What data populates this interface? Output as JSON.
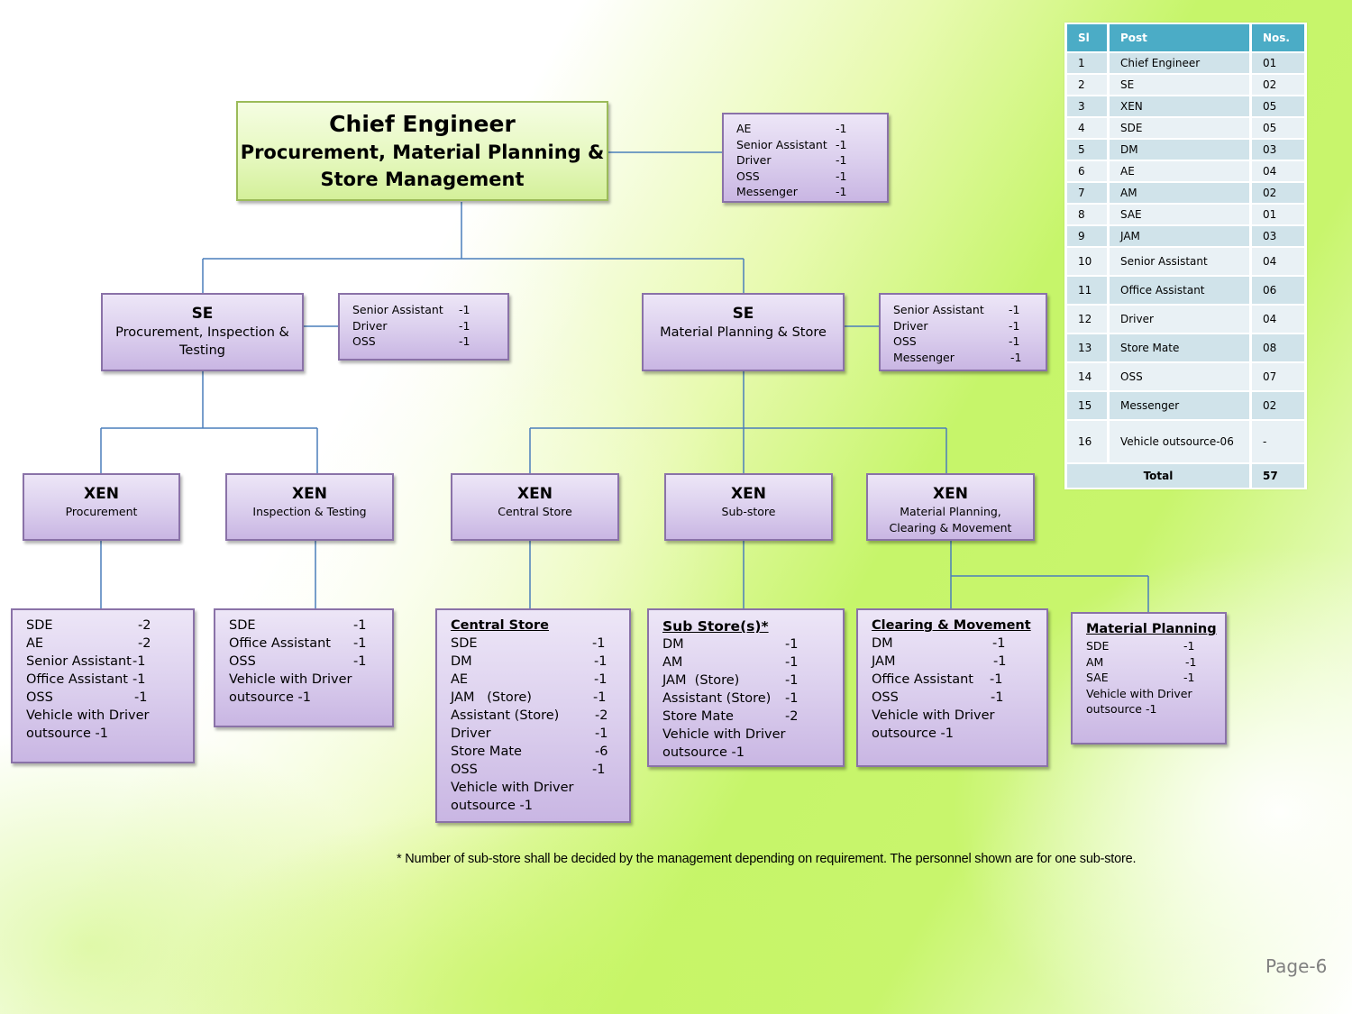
{
  "chief": {
    "title": "Chief Engineer",
    "subtitle_line1": "Procurement, Material Planning &",
    "subtitle_line2": "Store Management",
    "staff": [
      {
        "post": "AE",
        "count": "-1"
      },
      {
        "post": "Senior Assistant",
        "count": "-1"
      },
      {
        "post": "Driver",
        "count": "-1"
      },
      {
        "post": "OSS",
        "count": "-1"
      },
      {
        "post": "Messenger",
        "count": "-1"
      }
    ]
  },
  "se_procurement": {
    "title": "SE",
    "subtitle_line1": "Procurement, Inspection &",
    "subtitle_line2": "Testing",
    "staff": [
      {
        "post": "Senior Assistant",
        "count": "-1"
      },
      {
        "post": "Driver",
        "count": "-1"
      },
      {
        "post": "OSS",
        "count": "-1"
      }
    ]
  },
  "se_material": {
    "title": "SE",
    "subtitle_line1": "Material Planning & Store",
    "staff": [
      {
        "post": "Senior Assistant",
        "count": "-1"
      },
      {
        "post": "Driver",
        "count": "-1"
      },
      {
        "post": "OSS",
        "count": "-1"
      },
      {
        "post": "Messenger",
        "count": "-1"
      }
    ]
  },
  "xens": [
    {
      "title": "XEN",
      "subtitle_line1": "Procurement"
    },
    {
      "title": "XEN",
      "subtitle_line1": "Inspection & Testing"
    },
    {
      "title": "XEN",
      "subtitle_line1": "Central Store"
    },
    {
      "title": "XEN",
      "subtitle_line1": "Sub-store"
    },
    {
      "title": "XEN",
      "subtitle_line1": "Material Planning,",
      "subtitle_line2": "Clearing & Movement"
    }
  ],
  "units": {
    "procurement": {
      "rows": [
        {
          "post": "SDE",
          "count": "-2"
        },
        {
          "post": "AE",
          "count": "-2"
        },
        {
          "post": "Senior Assistant",
          "count": "-1"
        },
        {
          "post": "Office Assistant",
          "count": "-1"
        },
        {
          "post": "OSS",
          "count": "-1"
        }
      ],
      "vehicle_line1": "Vehicle with Driver",
      "vehicle_line2": "outsource -1"
    },
    "inspection": {
      "rows": [
        {
          "post": "SDE",
          "count": "-1"
        },
        {
          "post": "Office Assistant",
          "count": "-1"
        },
        {
          "post": "OSS",
          "count": "-1"
        }
      ],
      "vehicle_line1": "Vehicle with Driver",
      "vehicle_line2": "outsource -1"
    },
    "central_store": {
      "heading": "Central Store",
      "rows": [
        {
          "post": "SDE",
          "count": "-1"
        },
        {
          "post": "DM",
          "count": "-1"
        },
        {
          "post": "AE",
          "count": "-1"
        },
        {
          "post": "JAM   (Store)",
          "count": "-1"
        },
        {
          "post": "Assistant (Store)",
          "count": "-2"
        },
        {
          "post": "Driver",
          "count": "-1"
        },
        {
          "post": "Store Mate",
          "count": "-6"
        },
        {
          "post": "OSS",
          "count": "-1"
        }
      ],
      "vehicle_line1": "Vehicle with Driver",
      "vehicle_line2": "outsource -1"
    },
    "sub_store": {
      "heading": "Sub Store(s)*",
      "rows": [
        {
          "post": "DM",
          "count": "-1"
        },
        {
          "post": "AM",
          "count": "-1"
        },
        {
          "post": "JAM  (Store)",
          "count": "-1"
        },
        {
          "post": "Assistant (Store)",
          "count": "-1"
        },
        {
          "post": "Store Mate",
          "count": "-2"
        }
      ],
      "vehicle_line1": "Vehicle with Driver",
      "vehicle_line2": "outsource -1"
    },
    "clearing": {
      "heading": "Clearing & Movement",
      "rows": [
        {
          "post": "DM",
          "count": "-1"
        },
        {
          "post": "JAM",
          "count": "-1"
        },
        {
          "post": "Office Assistant",
          "count": "-1"
        },
        {
          "post": "OSS",
          "count": "-1"
        }
      ],
      "vehicle_line1": "Vehicle with Driver",
      "vehicle_line2": "outsource -1"
    },
    "material_planning": {
      "heading": "Material Planning",
      "rows": [
        {
          "post": "SDE",
          "count": "-1"
        },
        {
          "post": "AM",
          "count": "-1"
        },
        {
          "post": "SAE",
          "count": "-1"
        }
      ],
      "vehicle_line1": "Vehicle with Driver",
      "vehicle_line2": "outsource -1"
    }
  },
  "summary_table": {
    "headers": [
      "Sl",
      "Post",
      "Nos."
    ],
    "rows": [
      {
        "sl": "1",
        "post": "Chief Engineer",
        "nos": "01"
      },
      {
        "sl": "2",
        "post": "SE",
        "nos": "02"
      },
      {
        "sl": "3",
        "post": "XEN",
        "nos": "05"
      },
      {
        "sl": "4",
        "post": "SDE",
        "nos": "05"
      },
      {
        "sl": "5",
        "post": "DM",
        "nos": "03"
      },
      {
        "sl": "6",
        "post": "AE",
        "nos": "04"
      },
      {
        "sl": "7",
        "post": "AM",
        "nos": "02"
      },
      {
        "sl": "8",
        "post": "SAE",
        "nos": "01"
      },
      {
        "sl": "9",
        "post": "JAM",
        "nos": "03"
      },
      {
        "sl": "10",
        "post": "Senior Assistant",
        "nos": "04"
      },
      {
        "sl": "11",
        "post": "Office Assistant",
        "nos": "06"
      },
      {
        "sl": "12",
        "post": "Driver",
        "nos": "04"
      },
      {
        "sl": "13",
        "post": "Store Mate",
        "nos": "08"
      },
      {
        "sl": "14",
        "post": "OSS",
        "nos": "07"
      },
      {
        "sl": "15",
        "post": "Messenger",
        "nos": "02"
      },
      {
        "sl": "16",
        "post": "Vehicle outsource-06",
        "nos": "-"
      }
    ],
    "total_label": "Total",
    "total_value": "57"
  },
  "footnote": "* Number of sub-store shall be decided by the management depending on requirement. The personnel shown are for one sub-store.",
  "page_label": "Page-6",
  "colors": {
    "connector": "#4a7ebb",
    "box_border": "#8a72a8",
    "chief_border": "#9bbb59",
    "table_header": "#4bacc6",
    "table_row_dark": "#d0e3ea",
    "table_row_light": "#e9f1f5"
  }
}
